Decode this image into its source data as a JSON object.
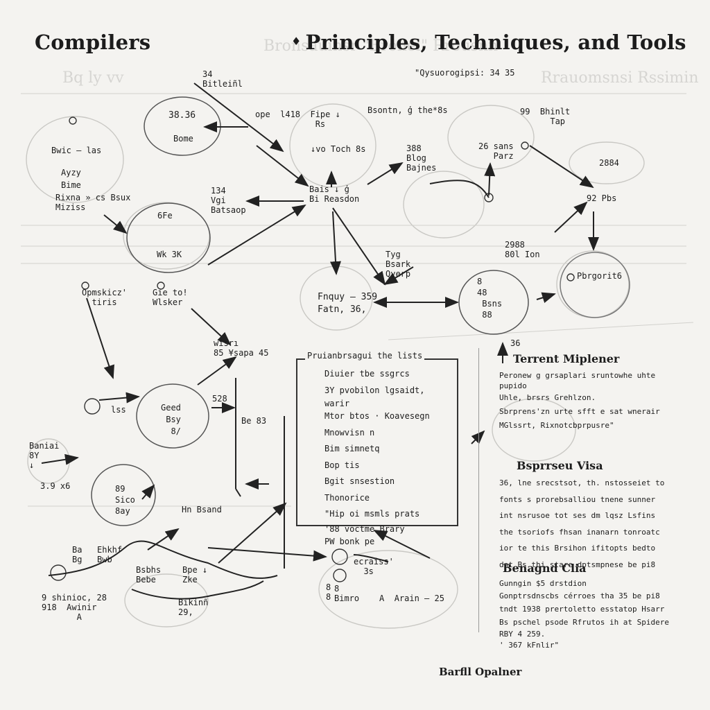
{
  "title": {
    "left": "Compilers",
    "right": "Principles,  Techniques, and Tools"
  },
  "subtitle": "\"Qysuorogipsi: 34  35",
  "labels": [
    {
      "id": "l1",
      "text": "34\nBitleiñl"
    },
    {
      "id": "l2",
      "text": "38.36"
    },
    {
      "id": "l3",
      "text": "Bome"
    },
    {
      "id": "l4",
      "text": "Bwic – las"
    },
    {
      "id": "l5",
      "text": "Ayzy\nBime"
    },
    {
      "id": "l6",
      "text": "Rixna » cs Bsux\nMiziss"
    },
    {
      "id": "l7",
      "text": "ope  l418  Fipe ↓\n            Rs"
    },
    {
      "id": "l8",
      "text": "Bsontn, ģ the*8s"
    },
    {
      "id": "l9",
      "text": "99  Bhinlt\n      Tap"
    },
    {
      "id": "l10",
      "text": "↓vo Toch 8s"
    },
    {
      "id": "l11",
      "text": "388\nBlog\nBajnes"
    },
    {
      "id": "l12",
      "text": "26 sans\n   Parz"
    },
    {
      "id": "l13",
      "text": "2884"
    },
    {
      "id": "l14",
      "text": "134\nVgi\nBatsaop"
    },
    {
      "id": "l15",
      "text": "Bais ↓ ģ\nBi Reasdon"
    },
    {
      "id": "l16",
      "text": "6Fe"
    },
    {
      "id": "l17",
      "text": "92 Pbs"
    },
    {
      "id": "l18",
      "text": "Wk 3K"
    },
    {
      "id": "l19",
      "text": "2988\n80l Ion"
    },
    {
      "id": "l20",
      "text": "Tyg\nBsark\nQyerp"
    },
    {
      "id": "l21",
      "text": "Opmskicz'\n  tiris"
    },
    {
      "id": "l22",
      "text": "Gie to!\nWlsker"
    },
    {
      "id": "l23",
      "text": "Pbrgorit6"
    },
    {
      "id": "l24",
      "text": "Fnquy – 359\nFatn, 36,"
    },
    {
      "id": "l25",
      "text": "8\n48\n Bsns\n 88"
    },
    {
      "id": "l26",
      "text": "wisrı\n85 ¥sapa 45"
    },
    {
      "id": "l27",
      "text": "36"
    },
    {
      "id": "l28",
      "text": "Geed\n Bsy\n  8/"
    },
    {
      "id": "l29",
      "text": "lss"
    },
    {
      "id": "l30",
      "text": "528"
    },
    {
      "id": "l31",
      "text": "Be 83"
    },
    {
      "id": "l32",
      "text": "Baniai\n8Y\n↓"
    },
    {
      "id": "l33",
      "text": "3.9 x6"
    },
    {
      "id": "l34",
      "text": "89\nSico\n8ay"
    },
    {
      "id": "l35",
      "text": "Hn Bsand"
    },
    {
      "id": "l36",
      "text": "Ba\nBg"
    },
    {
      "id": "l37",
      "text": "Ehkhf\nBwb"
    },
    {
      "id": "l38",
      "text": "Bpe ↓\nZke"
    },
    {
      "id": "l39",
      "text": "Bsbhs\nBebe"
    },
    {
      "id": "l40",
      "text": "9 shinioc, 28\n918  Awinir\n       A"
    },
    {
      "id": "l41",
      "text": "Bikinñ\n29,"
    },
    {
      "id": "l42",
      "text": "8\n8"
    },
    {
      "id": "l43",
      "text": "ecraiss'\n  3s"
    },
    {
      "id": "l44",
      "text": "8\nBimro    A  Arain – 25"
    }
  ],
  "box": {
    "title": "Pruianbrsagui the lists",
    "lines": [
      "Diuier  tbe  ssgrcs",
      "3Y pvobilon lgsaidt,",
      "   warir",
      "Mtor btos  ·  Koavesegn",
      "Mnowvisn n",
      "Bim  simnetq",
      "Bop tis",
      "Bgit snsestion",
      "Thonorice",
      "\"Hip  oi  msmls  prats",
      "'88  voctme  Brary",
      "PW  bonk  pe"
    ]
  },
  "panel": {
    "marker": "↑ 36",
    "sections": [
      {
        "heading": "Terrent Miplener",
        "lines": [
          "Peronew g grsaplari sruntowhe uhte",
          "pupido",
          "Uhle, brsrs Grehlzon.",
          "Sbrprens'zn urte sfft e sat wnerair",
          "MGlssrt, Rixnotcbprpusre\""
        ]
      },
      {
        "heading": "Bsprrseu Visa",
        "lines": [
          "36, lne srecstsot, th. nstosseiet to",
          "fonts s  prorebsalliou tnene sunner",
          "int nsrusoe tot ses dm lqsz Lsfins",
          "the tsoriofs fhsan inanarn tonroatc",
          "ior te this Brsihon  ifitopts bedto",
          "dnt Bs thi stare dptsmpnese be pi8"
        ]
      },
      {
        "heading": "Benagnd Clia",
        "lines": [
          "Gunngin $5 drstdion",
          "Gonptrsdnscbs cérroes tha  35 be pi8",
          "tndt  1938  prertoletto esstatop Hsarr",
          "Bs pschel psode Rfrutos ih at Spidere",
          "RBY  4 259.",
          "' 367  kFnlir\""
        ]
      }
    ]
  },
  "footer": "Barfll Opalner",
  "colors": {
    "paper": "#f4f3f0",
    "ink": "#1c1c1c",
    "faint": "#c9c8c4"
  }
}
